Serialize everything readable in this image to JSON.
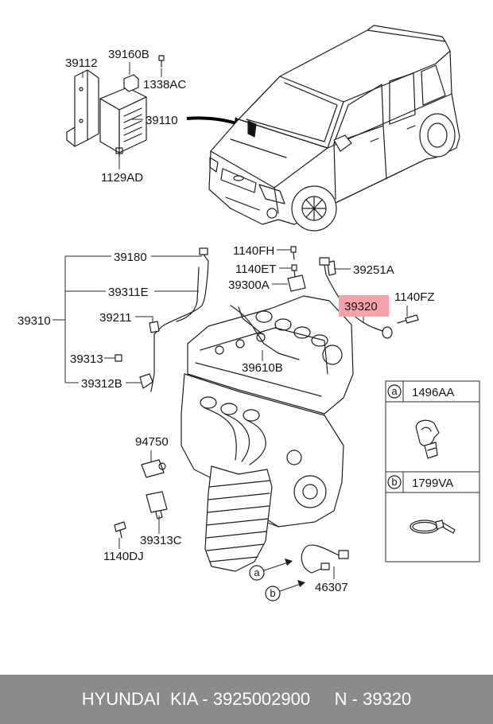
{
  "diagram": {
    "callouts": [
      "39112",
      "39160B",
      "1338AC",
      "39110",
      "1129AD",
      "39180",
      "1140FH",
      "1140ET",
      "39251A",
      "39300A",
      "39311E",
      "39320",
      "1140FZ",
      "39310",
      "39211",
      "39313",
      "39610B",
      "39312B",
      "94750",
      "39313C",
      "1140DJ",
      "46307"
    ],
    "markers": {
      "a": "a",
      "b": "b"
    },
    "legend": [
      {
        "marker": "a",
        "code": "1496AA"
      },
      {
        "marker": "b",
        "code": "1799VA"
      }
    ]
  },
  "colors": {
    "highlight": "#f4a3ab",
    "footer_bg": "#8b8b8b",
    "footer_text": "#ffffff"
  },
  "footer": {
    "text": "HYUNDAI  KIA - 3925002900     N - 39320"
  }
}
